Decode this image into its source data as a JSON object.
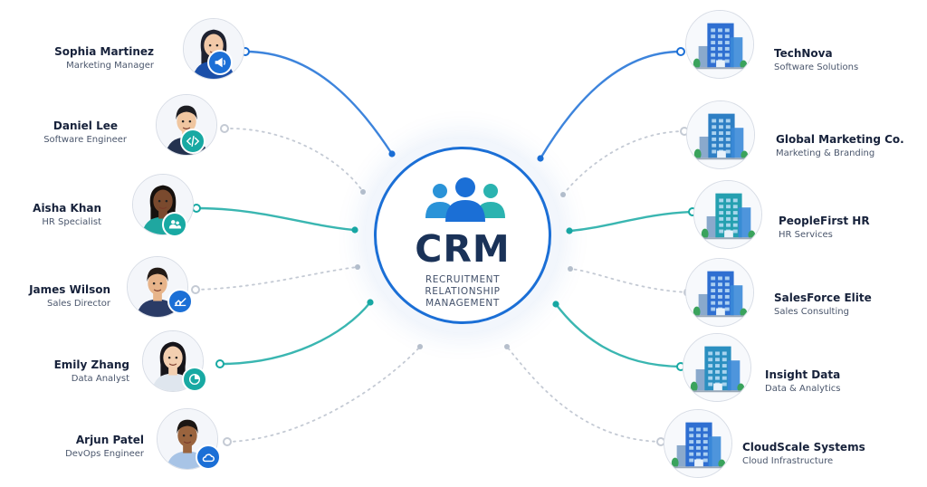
{
  "hub": {
    "title": "CRM",
    "subtitle_lines": [
      "RECRUITMENT",
      "RELATIONSHIP",
      "MANAGEMENT"
    ],
    "icon": "people-group-icon"
  },
  "people": [
    {
      "name": "Sophia Martinez",
      "role": "Marketing Manager",
      "badge_icon": "megaphone-icon",
      "badge_color": "#1b6fd6"
    },
    {
      "name": "Daniel Lee",
      "role": "Software Engineer",
      "badge_icon": "code-icon",
      "badge_color": "#18a9a3"
    },
    {
      "name": "Aisha Khan",
      "role": "HR Specialist",
      "badge_icon": "users-icon",
      "badge_color": "#18a9a3"
    },
    {
      "name": "James Wilson",
      "role": "Sales Director",
      "badge_icon": "chart-icon",
      "badge_color": "#1b6fd6"
    },
    {
      "name": "Emily Zhang",
      "role": "Data Analyst",
      "badge_icon": "pie-chart-icon",
      "badge_color": "#18a9a3"
    },
    {
      "name": "Arjun Patel",
      "role": "DevOps Engineer",
      "badge_icon": "cloud-icon",
      "badge_color": "#1b6fd6"
    }
  ],
  "companies": [
    {
      "name": "TechNova",
      "tagline": "Software Solutions"
    },
    {
      "name": "Global Marketing Co.",
      "tagline": "Marketing & Branding"
    },
    {
      "name": "PeopleFirst HR",
      "tagline": "HR Services"
    },
    {
      "name": "SalesForce Elite",
      "tagline": "Sales Consulting"
    },
    {
      "name": "Insight Data",
      "tagline": "Data & Analytics"
    },
    {
      "name": "CloudScale Systems",
      "tagline": "Cloud Infrastructure"
    }
  ],
  "colors": {
    "blue": "#1b6fd6",
    "teal": "#18a9a3",
    "dotted": "#c4cad4",
    "navy": "#1a3258"
  }
}
